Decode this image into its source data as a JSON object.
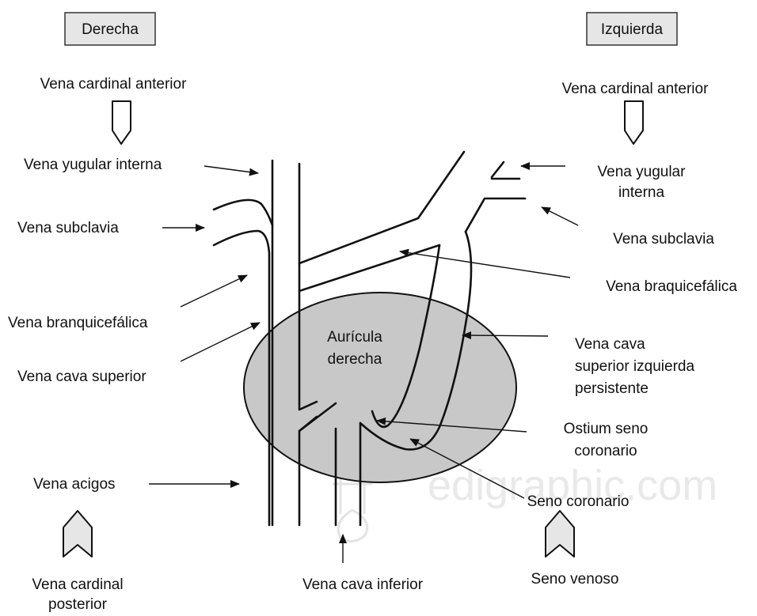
{
  "header": {
    "right_side": "Derecha",
    "left_side": "Izquierda"
  },
  "left_labels": {
    "cardinal_anterior": "Vena cardinal anterior",
    "yugular_interna": "Vena yugular interna",
    "subclavia": "Vena subclavia",
    "branquicefalica": "Vena branquicefálica",
    "cava_superior": "Vena cava superior",
    "acigos": "Vena acigos",
    "cardinal_posterior_1": "Vena cardinal",
    "cardinal_posterior_2": "posterior"
  },
  "right_labels": {
    "cardinal_anterior": "Vena cardinal anterior",
    "yugular_interna_1": "Vena yugular",
    "yugular_interna_2": "interna",
    "subclavia": "Vena subclavia",
    "braquicefalica": "Vena braquicefálica",
    "vcsi_1": "Vena cava",
    "vcsi_2": "superior izquierda",
    "vcsi_3": "persistente",
    "ostium_1": "Ostium seno",
    "ostium_2": "coronario",
    "seno_coronario": "Seno coronario",
    "seno_venoso": "Seno venoso"
  },
  "center_labels": {
    "auricula_1": "Aurícula",
    "auricula_2": "derecha",
    "cava_inferior": "Vena cava inferior"
  },
  "watermark": "edigraphic.com",
  "colors": {
    "atrium_fill": "#c8c8c8",
    "box_fill": "#e6e6e6",
    "line": "#111111"
  }
}
